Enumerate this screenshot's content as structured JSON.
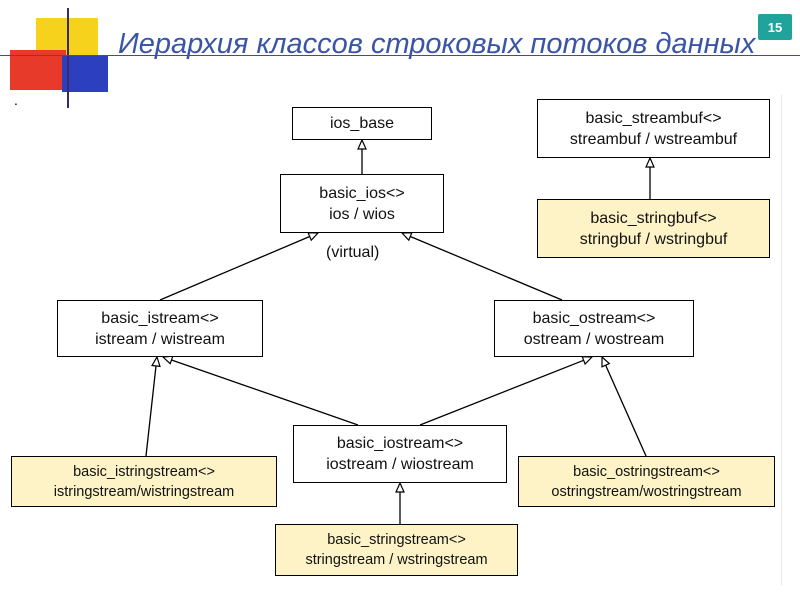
{
  "slide": {
    "title": "Иерархия классов строковых потоков данных",
    "number": "15",
    "bullet": "."
  },
  "diagram": {
    "nodes": {
      "ios_base": {
        "line1": "ios_base"
      },
      "basic_ios": {
        "line1": "basic_ios<>",
        "line2": "ios / wios"
      },
      "basic_streambuf": {
        "line1": "basic_streambuf<>",
        "line2": "streambuf / wstreambuf"
      },
      "basic_stringbuf": {
        "line1": "basic_stringbuf<>",
        "line2": "stringbuf / wstringbuf"
      },
      "basic_istream": {
        "line1": "basic_istream<>",
        "line2": "istream / wistream"
      },
      "basic_ostream": {
        "line1": "basic_ostream<>",
        "line2": "ostream / wostream"
      },
      "basic_iostream": {
        "line1": "basic_iostream<>",
        "line2": "iostream / wiostream"
      },
      "basic_istringstream": {
        "line1": "basic_istringstream<>",
        "line2": "istringstream/wistringstream"
      },
      "basic_ostringstream": {
        "line1": "basic_ostringstream<>",
        "line2": "ostringstream/wostringstream"
      },
      "basic_stringstream": {
        "line1": "basic_stringstream<>",
        "line2": "stringstream / wstringstream"
      }
    },
    "virtual_label": "(virtual)",
    "edges": [
      {
        "from": "basic_ios",
        "to": "ios_base"
      },
      {
        "from": "basic_stringbuf",
        "to": "basic_streambuf"
      },
      {
        "from": "basic_istream",
        "to": "basic_ios"
      },
      {
        "from": "basic_ostream",
        "to": "basic_ios"
      },
      {
        "from": "basic_istringstream",
        "to": "basic_istream"
      },
      {
        "from": "basic_iostream",
        "to": "basic_istream"
      },
      {
        "from": "basic_iostream",
        "to": "basic_ostream"
      },
      {
        "from": "basic_ostringstream",
        "to": "basic_ostream"
      },
      {
        "from": "basic_stringstream",
        "to": "basic_iostream"
      }
    ]
  }
}
